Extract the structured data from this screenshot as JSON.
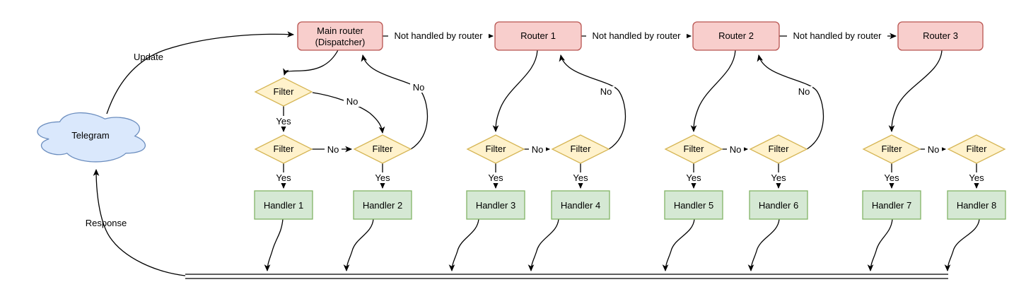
{
  "colors": {
    "background": "#ffffff",
    "edge": "#000000",
    "text": "#000000",
    "router-fill": "#f8cecc",
    "router-stroke": "#b85450",
    "filter-fill": "#fff2cc",
    "filter-stroke": "#d6b656",
    "handler-fill": "#d5e8d4",
    "handler-stroke": "#82b366",
    "cloud-fill": "#dae8fc",
    "cloud-stroke": "#6c8ebf"
  },
  "cloud": {
    "label": "Telegram"
  },
  "edge_labels": {
    "update": "Update",
    "response": "Response",
    "not_handled": "Not handled by router",
    "yes": "Yes",
    "no": "No"
  },
  "filter_label": "Filter",
  "routers": [
    {
      "line1": "Main router",
      "line2": "(Dispatcher)"
    },
    {
      "line1": "Router 1"
    },
    {
      "line1": "Router 2"
    },
    {
      "line1": "Router 3"
    }
  ],
  "handlers": [
    {
      "label": "Handler 1"
    },
    {
      "label": "Handler 2"
    },
    {
      "label": "Handler 3"
    },
    {
      "label": "Handler 4"
    },
    {
      "label": "Handler 5"
    },
    {
      "label": "Handler 6"
    },
    {
      "label": "Handler 7"
    },
    {
      "label": "Handler 8"
    }
  ]
}
